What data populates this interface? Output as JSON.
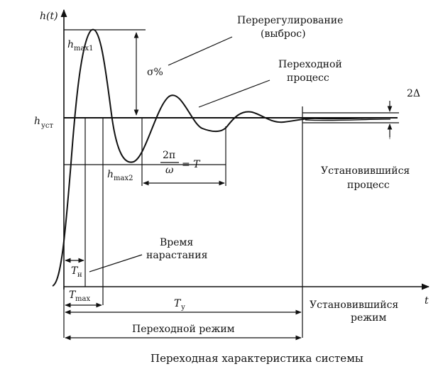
{
  "diagram": {
    "caption": "Переходная характеристика системы",
    "labels": {
      "y_axis": "h(t)",
      "x_axis": "t",
      "h_ust": "h",
      "h_ust_sub": "уст",
      "h_max1": "h",
      "h_max1_sub": "max1",
      "h_max2": "h",
      "h_max2_sub": "max2",
      "sigma": "σ%",
      "overshoot_line1": "Перерегулирование",
      "overshoot_line2": "(выброс)",
      "transient_line1": "Переходной",
      "transient_line2": "процесс",
      "steady_line1": "Установившийся",
      "steady_line2": "процесс",
      "two_delta": "2Δ",
      "period_num": "2π",
      "period_den": "ω",
      "period_eq": "= T",
      "rise_line1": "Время",
      "rise_line2": "нарастания",
      "t_n": "T",
      "t_n_sub": "н",
      "t_max": "T",
      "t_max_sub": "max",
      "t_y": "T",
      "t_y_sub": "у",
      "transient_mode": "Переходной режим",
      "steady_mode_line1": "Установившийся",
      "steady_mode_line2": "режим"
    },
    "colors": {
      "ink": "#111111",
      "background": "#ffffff"
    }
  }
}
